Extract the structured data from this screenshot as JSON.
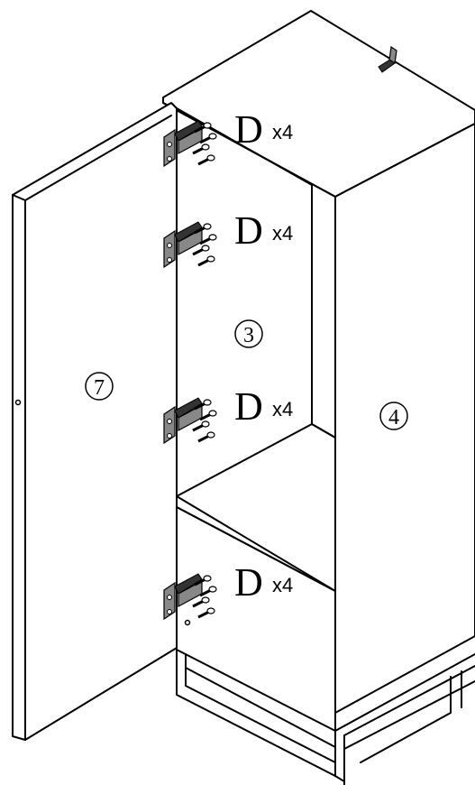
{
  "parts": {
    "door": "7",
    "back_panel": "3",
    "side_panel": "4"
  },
  "hardware": {
    "items": [
      {
        "letter": "D",
        "qty": "x4"
      },
      {
        "letter": "D",
        "qty": "x4"
      },
      {
        "letter": "D",
        "qty": "x4"
      },
      {
        "letter": "D",
        "qty": "x4"
      }
    ]
  }
}
